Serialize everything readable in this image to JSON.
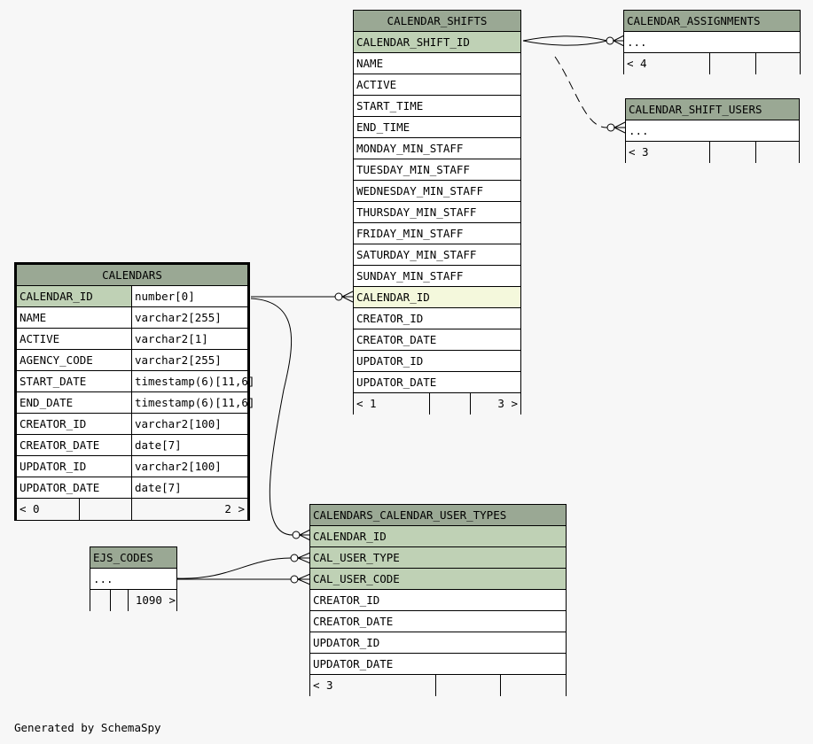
{
  "credit": "Generated by SchemaSpy",
  "tables": {
    "calendar_shifts": {
      "name": "CALENDAR_SHIFTS",
      "columns": [
        "CALENDAR_SHIFT_ID",
        "NAME",
        "ACTIVE",
        "START_TIME",
        "END_TIME",
        "MONDAY_MIN_STAFF",
        "TUESDAY_MIN_STAFF",
        "WEDNESDAY_MIN_STAFF",
        "THURSDAY_MIN_STAFF",
        "FRIDAY_MIN_STAFF",
        "SATURDAY_MIN_STAFF",
        "SUNDAY_MIN_STAFF",
        "CALENDAR_ID",
        "CREATOR_ID",
        "CREATOR_DATE",
        "UPDATOR_ID",
        "UPDATOR_DATE"
      ],
      "footer": {
        "parents": "< 1",
        "rows": "",
        "children": "3 >"
      }
    },
    "calendar_assignments": {
      "name": "CALENDAR_ASSIGNMENTS",
      "ellipsis": "...",
      "footer": {
        "parents": "< 4",
        "rows": "",
        "children": ""
      }
    },
    "calendar_shift_users": {
      "name": "CALENDAR_SHIFT_USERS",
      "ellipsis": "...",
      "footer": {
        "parents": "< 3",
        "rows": "",
        "children": ""
      }
    },
    "calendars": {
      "name": "CALENDARS",
      "columns": [
        {
          "name": "CALENDAR_ID",
          "type": "number[0]"
        },
        {
          "name": "NAME",
          "type": "varchar2[255]"
        },
        {
          "name": "ACTIVE",
          "type": "varchar2[1]"
        },
        {
          "name": "AGENCY_CODE",
          "type": "varchar2[255]"
        },
        {
          "name": "START_DATE",
          "type": "timestamp(6)[11,6]"
        },
        {
          "name": "END_DATE",
          "type": "timestamp(6)[11,6]"
        },
        {
          "name": "CREATOR_ID",
          "type": "varchar2[100]"
        },
        {
          "name": "CREATOR_DATE",
          "type": "date[7]"
        },
        {
          "name": "UPDATOR_ID",
          "type": "varchar2[100]"
        },
        {
          "name": "UPDATOR_DATE",
          "type": "date[7]"
        }
      ],
      "footer": {
        "parents": "< 0",
        "rows": "",
        "children": "2 >"
      }
    },
    "calendars_calendar_user_types": {
      "name": "CALENDARS_CALENDAR_USER_TYPES",
      "columns": [
        "CALENDAR_ID",
        "CAL_USER_TYPE",
        "CAL_USER_CODE",
        "CREATOR_ID",
        "CREATOR_DATE",
        "UPDATOR_ID",
        "UPDATOR_DATE"
      ],
      "footer": {
        "parents": "< 3",
        "rows": "",
        "children": ""
      }
    },
    "ejs_codes": {
      "name": "EJS_CODES",
      "ellipsis": "...",
      "footer": {
        "parents": "",
        "rows": "",
        "children": "1090 >"
      }
    }
  }
}
